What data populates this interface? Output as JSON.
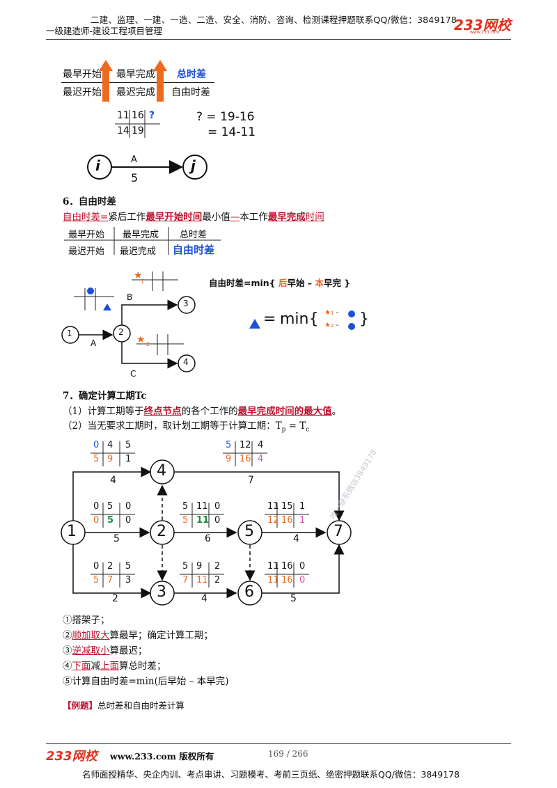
{
  "header": {
    "top_line": "二建、监理、一建、一造、二造、安全、消防、咨询、检测课程押题联系QQ/微信：3849178",
    "subtitle": "一级建造师-建设工程项目管理",
    "logo": "233网校",
    "logo_sub": "www.233.com"
  },
  "top_table": {
    "r1": [
      "最早开始",
      "最早完成",
      "总时差"
    ],
    "r2": [
      "最迟开始",
      "最迟完成",
      "自由时差"
    ]
  },
  "example1": {
    "grid_top": [
      "11",
      "16",
      "?"
    ],
    "grid_bottom": [
      "14",
      "19"
    ],
    "eq1": "? = 19-16",
    "eq2": "= 14-11",
    "node_i": "i",
    "node_j": "j",
    "act_name": "A",
    "act_dur": "5"
  },
  "section6": {
    "heading": "6．自由时差",
    "def_a": "自由时差=",
    "def_b": "紧后工作",
    "def_c": "最早开始时间",
    "def_d": "最小值",
    "def_e": "—",
    "def_f": "本工作",
    "def_g": "最早完成",
    "def_h": "时间",
    "table_r1": [
      "最早开始",
      "最早完成",
      "总时差"
    ],
    "table_r2": [
      "最迟开始",
      "最迟完成",
      "自由时差"
    ],
    "formula_a": "自由时差=min{ ",
    "formula_b": "后",
    "formula_c": "早始 – ",
    "formula_d": "本",
    "formula_e": "早完 }",
    "min_text": "min{",
    "min_close": "}",
    "star1_sub": "1",
    "star2_sub": "2",
    "dash": "-",
    "nodes": [
      "1",
      "2",
      "3",
      "4"
    ],
    "acts": [
      "A",
      "B",
      "C"
    ]
  },
  "section7": {
    "heading": "7．确定计算工期Tc",
    "item1_a": "（1）计算工期等于",
    "item1_b": "终点节点",
    "item1_c": "的各个工作的",
    "item1_d": "最早完成时间的最大值",
    "item1_e": "。",
    "item2": "（2）当无要求工期时，取计划工期等于计算工期：T",
    "item2_p": "p",
    "item2_eq": " = T",
    "item2_c": "c"
  },
  "network": {
    "nodes": [
      "1",
      "2",
      "3",
      "4",
      "5",
      "6",
      "7"
    ],
    "grids": [
      {
        "top": [
          "0",
          "4",
          "5"
        ],
        "bot": [
          "5",
          "9",
          "1"
        ]
      },
      {
        "top": [
          "5",
          "12",
          "4"
        ],
        "bot": [
          "9",
          "16",
          "4"
        ]
      },
      {
        "top": [
          "0",
          "5",
          "0"
        ],
        "bot": [
          "0",
          "5",
          "0"
        ]
      },
      {
        "top": [
          "5",
          "11",
          "0"
        ],
        "bot": [
          "5",
          "11",
          "0"
        ]
      },
      {
        "top": [
          "11",
          "15",
          "1"
        ],
        "bot": [
          "12",
          "16",
          "1"
        ]
      },
      {
        "top": [
          "0",
          "2",
          "5"
        ],
        "bot": [
          "5",
          "7",
          "3"
        ]
      },
      {
        "top": [
          "5",
          "9",
          "2"
        ],
        "bot": [
          "7",
          "11",
          "2"
        ]
      },
      {
        "top": [
          "11",
          "16",
          "0"
        ],
        "bot": [
          "11",
          "16",
          "0"
        ]
      }
    ],
    "durations": [
      "4",
      "7",
      "5",
      "6",
      "4",
      "2",
      "4",
      "5"
    ]
  },
  "steps": {
    "s1": "①搭架子；",
    "s2_a": "②",
    "s2_b": "顺加取大",
    "s2_c": "算最早；确定计算工期；",
    "s3_a": "③",
    "s3_b": "逆减取小",
    "s3_c": "算最迟；",
    "s4_a": "④",
    "s4_b": "下面",
    "s4_c": "减",
    "s4_d": "上面",
    "s4_e": "算总时差；",
    "s5": "⑤计算自由时差=min(后早始 – 本早完)"
  },
  "example_label": "【例题】",
  "example_title": "总时差和自由时差计算",
  "watermark": "唯一联系微信3849178",
  "footer": {
    "logo": "233网校",
    "site": "www.233.com 版权所有",
    "page": "169 / 266",
    "bottom": "名师面授精华、央企内训、考点串讲、习题模考、考前三页纸、绝密押题联系QQ/微信：3849178"
  },
  "colors": {
    "accent_red": "#c0102d",
    "blue": "#1f4fd8",
    "orange": "#e66b1f",
    "green": "#1a8a3a",
    "pink": "#d84fa8",
    "arrow_orange": "#f06a1e"
  }
}
